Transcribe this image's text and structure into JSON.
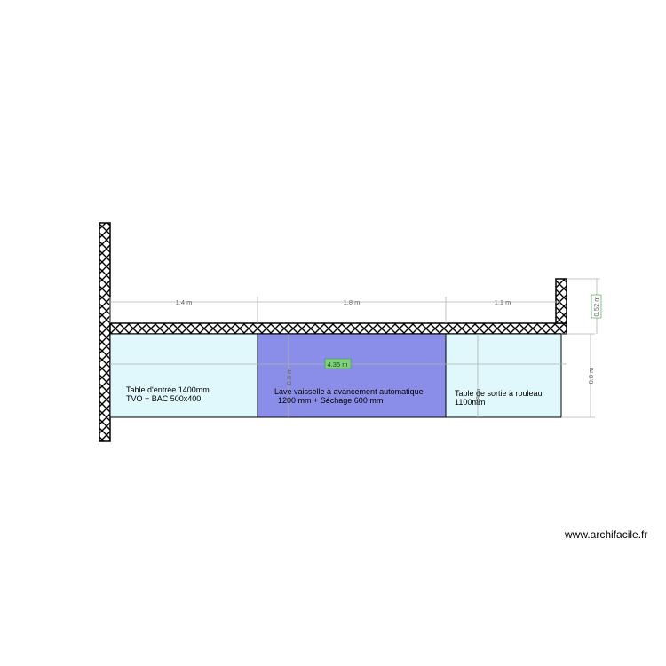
{
  "plan": {
    "dims": {
      "seg1": "1.4 m",
      "seg2": "1.8 m",
      "seg3": "1.1 m",
      "total": "4.35 m",
      "wall_height": "0.52 m",
      "depth_dish": "0.8 m",
      "depth_exit": "0.8 m",
      "depth_right": "0.8 m"
    },
    "zones": {
      "entry": {
        "line1": "Table d'entrée 1400mm",
        "line2": "TVO + BAC 500x400"
      },
      "dishwasher": {
        "line1": "Lave vaisselle à avancement automatique",
        "line2": "1200 mm + Séchage 600 mm"
      },
      "exit": {
        "line1": "Table de sortie à rouleau",
        "line2": "1100mm"
      }
    },
    "colors": {
      "entry_fill": "#e0f8fb",
      "dishwasher_fill": "#8a8ee8",
      "exit_fill": "#e0f8fb",
      "wall_stroke": "#000000",
      "total_label_fill": "#7ed07e"
    }
  },
  "watermark": "www.archifacile.fr"
}
